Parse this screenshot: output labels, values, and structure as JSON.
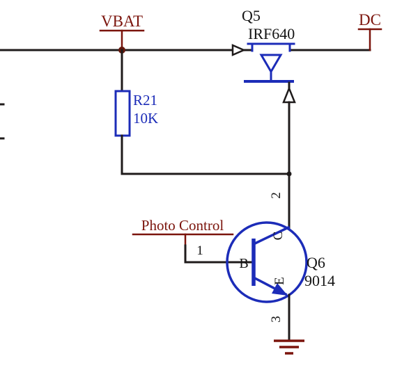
{
  "schematic": {
    "ports": {
      "vbat": "VBAT",
      "dc": "DC",
      "photo_control": "Photo Control"
    },
    "components": {
      "q5": {
        "designator": "Q5",
        "part": "IRF640"
      },
      "r21": {
        "designator": "R21",
        "value": "10K"
      },
      "q6": {
        "designator": "Q6",
        "part": "9014",
        "terminals": {
          "base": "B",
          "collector": "C",
          "emitter": "E"
        }
      }
    },
    "pins": {
      "pin1": "1",
      "pin2": "2",
      "pin3": "3"
    },
    "colors": {
      "wire": "#1f1b1b",
      "symbol_blue": "#1c2cb8",
      "port_red": "#7b140c",
      "background": "#ffffff"
    }
  }
}
